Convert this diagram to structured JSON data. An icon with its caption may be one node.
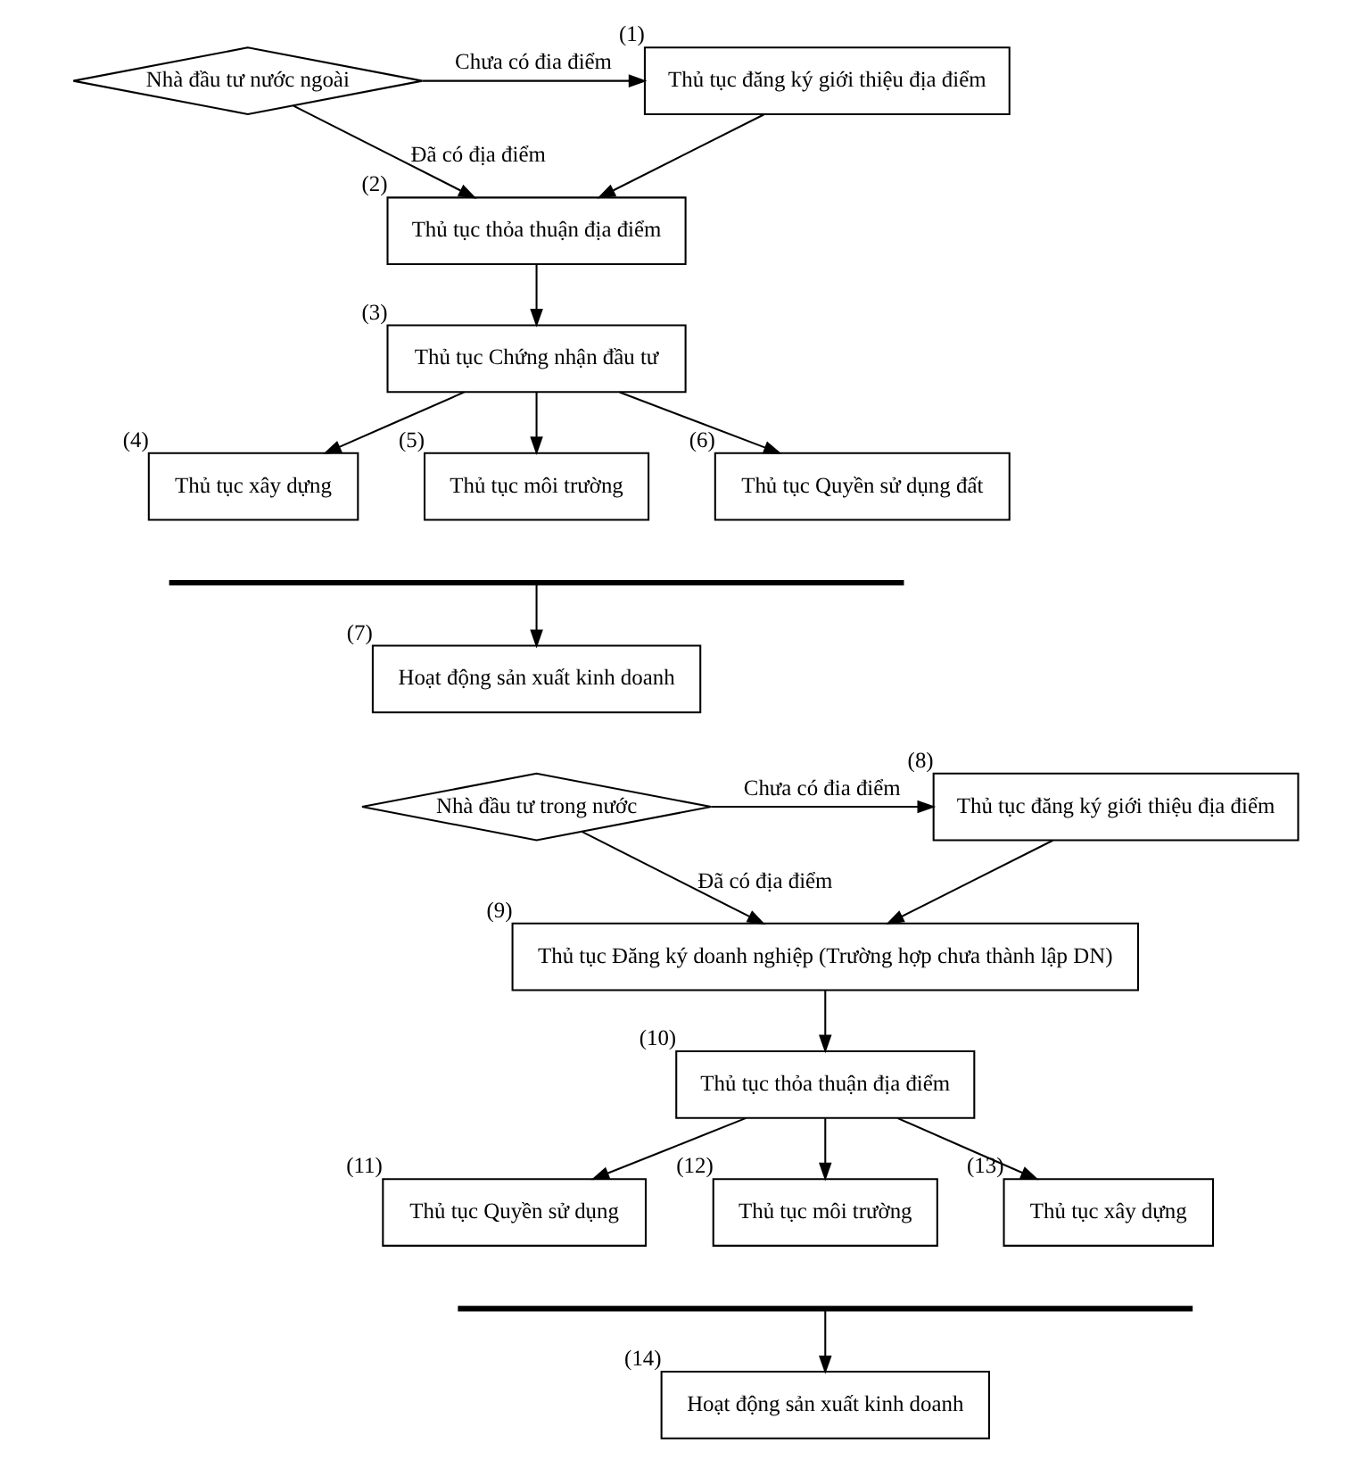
{
  "diagram": {
    "nodes": [
      {
        "text": [
          "Nhà đầu tư nước ngoài"
        ]
      },
      {
        "text": [
          "Thủ tục đăng ký giới thiệu địa điểm"
        ],
        "beside": [
          "(1)"
        ]
      },
      {
        "text": [
          "Thủ tục thỏa thuận địa điểm"
        ],
        "beside": [
          "(2)"
        ]
      },
      {
        "text": [
          "Thủ tục Chứng nhận đầu tư"
        ],
        "beside": [
          "(3)"
        ]
      },
      {
        "text": [
          "Thủ tục xây dựng"
        ],
        "beside": [
          "(4)"
        ]
      },
      {
        "text": [
          "Thủ tục môi trường"
        ],
        "beside": [
          "(5)"
        ]
      },
      {
        "text": [
          "Thủ tục Quyền sử dụng đất"
        ],
        "beside": [
          "(6)"
        ]
      },
      {
        "text": [],
        "shape": "bar"
      },
      {
        "text": [
          "Hoạt động sản xuất kinh doanh"
        ],
        "beside": [
          "(7)"
        ]
      },
      {
        "text": [
          "Nhà đầu tư trong nước"
        ]
      },
      {
        "text": [
          "Thủ tục đăng ký giới thiệu địa điểm"
        ],
        "beside": [
          "(8)"
        ]
      },
      {
        "text": [
          "Thủ tục Đăng ký doanh nghiệp (Trường hợp chưa thành lập DN)"
        ],
        "beside": [
          "(9)"
        ]
      },
      {
        "text": [
          "Thủ tục thỏa thuận địa điểm"
        ],
        "beside": [
          "(10)"
        ]
      },
      {
        "text": [
          "Thủ tục Quyền sử dụng"
        ],
        "beside": [
          "(11)"
        ]
      },
      {
        "text": [
          "Thủ tục môi trường"
        ],
        "beside": [
          "(12)"
        ]
      },
      {
        "text": [
          "Thủ tục xây dựng"
        ],
        "beside": [
          "(13)"
        ]
      },
      {
        "text": [],
        "shape": "bar"
      },
      {
        "text": [
          "Hoạt động sản xuất kinh doanh"
        ],
        "beside": [
          "(14)"
        ]
      }
    ],
    "edges": [
      {
        "from": 0,
        "to": 1,
        "arrow": "to",
        "label": "Chưa có đia điểm"
      },
      {
        "from": 0,
        "to": 2,
        "arrow": "to",
        "label": "Đã có địa điểm"
      },
      {
        "from": 1,
        "to": 2,
        "arrow": "to"
      },
      {
        "from": 2,
        "to": 3,
        "arrow": "to"
      },
      {
        "from": 3,
        "to": 4,
        "arrow": "to"
      },
      {
        "from": 3,
        "to": 5,
        "arrow": "to"
      },
      {
        "from": 3,
        "to": 6,
        "arrow": "to"
      },
      {
        "from": 7,
        "to": 8,
        "arrow": "to"
      },
      {
        "from": 9,
        "to": 10,
        "arrow": "to",
        "label": "Chưa có đia điểm"
      },
      {
        "from": 9,
        "to": 11,
        "arrow": "to",
        "label": "Đã có địa điểm"
      },
      {
        "from": 10,
        "to": 11,
        "arrow": "to"
      },
      {
        "from": 11,
        "to": 12,
        "arrow": "to"
      },
      {
        "from": 12,
        "to": 13,
        "arrow": "to"
      },
      {
        "from": 12,
        "to": 14,
        "arrow": "to"
      },
      {
        "from": 12,
        "to": 15,
        "arrow": "to"
      },
      {
        "from": 16,
        "to": 17,
        "arrow": "to"
      }
    ]
  }
}
